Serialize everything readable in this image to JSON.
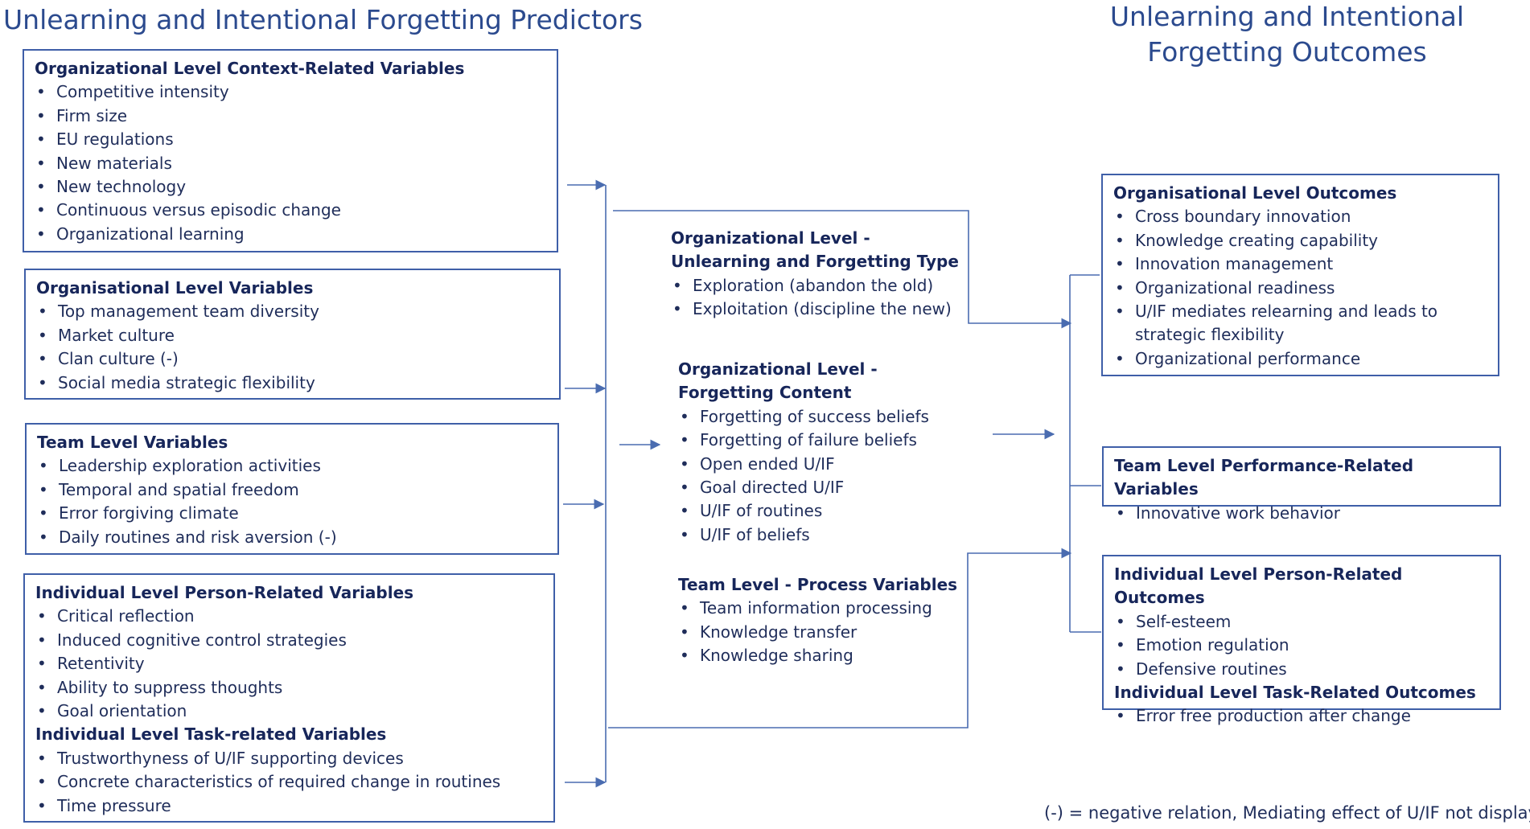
{
  "headings": {
    "predictors": "Unlearning and Intentional Forgetting Predictors",
    "outcomes": "Unlearning and Intentional Forgetting Outcomes"
  },
  "predictors": {
    "context": {
      "title": "Organizational Level  Context-Related Variables",
      "items": [
        "Competitive intensity",
        "Firm size",
        "EU regulations",
        "New materials",
        "New technology",
        "Continuous versus episodic change",
        "Organizational learning"
      ]
    },
    "org": {
      "title": "Organisational Level Variables",
      "items": [
        "Top management team diversity",
        "Market culture",
        "Clan culture (-)",
        "Social media strategic flexibility"
      ]
    },
    "team": {
      "title": "Team Level Variables",
      "items": [
        "Leadership exploration activities",
        "Temporal and spatial freedom",
        "Error forgiving climate",
        "Daily routines and risk aversion (-)"
      ]
    },
    "individual": {
      "title": "Individual Level Person-Related Variables",
      "items": [
        "Critical reflection",
        "Induced cognitive control strategies",
        "Retentivity",
        "Ability to suppress thoughts",
        "Goal orientation"
      ],
      "title2": "Individual Level Task-related Variables",
      "items2": [
        "Trustworthyness of U/IF supporting devices",
        "Concrete characteristics of required change in routines",
        "Time pressure"
      ]
    }
  },
  "middle": {
    "type": {
      "title": "Organizational Level - Unlearning and Forgetting Type",
      "items": [
        "Exploration (abandon the old)",
        "Exploitation (discipline the new)"
      ]
    },
    "content": {
      "title": "Organizational Level - Forgetting Content",
      "items": [
        "Forgetting of success beliefs",
        "Forgetting of failure beliefs",
        "Open ended U/IF",
        "Goal directed U/IF",
        "U/IF of routines",
        "U/IF of beliefs"
      ]
    },
    "process": {
      "title": "Team Level - Process Variables",
      "items": [
        "Team information processing",
        "Knowledge transfer",
        "Knowledge sharing"
      ]
    }
  },
  "outcomes": {
    "org": {
      "title": "Organisational Level Outcomes",
      "items": [
        "Cross boundary innovation",
        "Knowledge creating capability",
        "Innovation management",
        "Organizational readiness",
        "U/IF mediates relearning and leads to strategic flexibility",
        "Organizational performance"
      ]
    },
    "team": {
      "title": "Team Level Performance-Related Variables",
      "items": [
        "Innovative work behavior"
      ]
    },
    "individual": {
      "title": "Individual Level Person-Related Outcomes",
      "items": [
        "Self-esteem",
        "Emotion regulation",
        "Defensive routines"
      ],
      "title2": "Individual Level Task-Related Outcomes",
      "items2": [
        "Error free production after change"
      ]
    }
  },
  "footnote": "(-) = negative relation, Mediating effect of U/IF not displayed",
  "colors": {
    "border": "#3f5fa8",
    "line": "#4a6cb0",
    "heading": "#2b4a8e",
    "text": "#1f2d5a"
  }
}
